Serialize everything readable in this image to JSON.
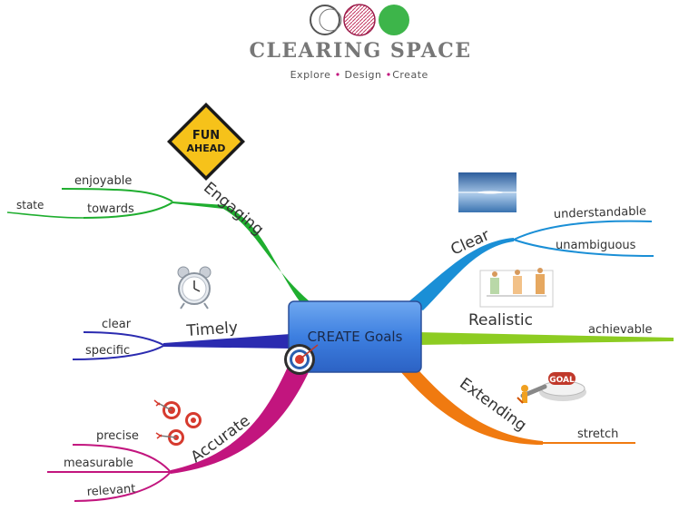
{
  "header": {
    "brand": "CLEARING SPACE",
    "tagline_parts": [
      "Explore",
      "Design",
      "Create"
    ],
    "logo_colors": [
      "#555555",
      "#9b1b4a",
      "#3db54a"
    ]
  },
  "central": {
    "label": "CREATE Goals",
    "color": "#3d7fe0"
  },
  "branches": {
    "engaging": {
      "label": "Engaging",
      "color": "#1fae2f",
      "children": [
        "enjoyable",
        "towards",
        "state"
      ],
      "sign_text": [
        "FUN",
        "AHEAD"
      ]
    },
    "timely": {
      "label": "Timely",
      "color": "#2b2bb0",
      "children": [
        "clear",
        "specific"
      ]
    },
    "accurate": {
      "label": "Accurate",
      "color": "#c2157e",
      "children": [
        "precise",
        "measurable",
        "relevant"
      ]
    },
    "clear": {
      "label": "Clear",
      "color": "#1a8fd6",
      "children": [
        "understandable",
        "unambiguous"
      ]
    },
    "realistic": {
      "label": "Realistic",
      "color": "#8dcc22",
      "children": [
        "achievable"
      ]
    },
    "extending": {
      "label": "Extending",
      "color": "#f07a10",
      "children": [
        "stretch"
      ],
      "goal_text": "GOAL"
    }
  }
}
